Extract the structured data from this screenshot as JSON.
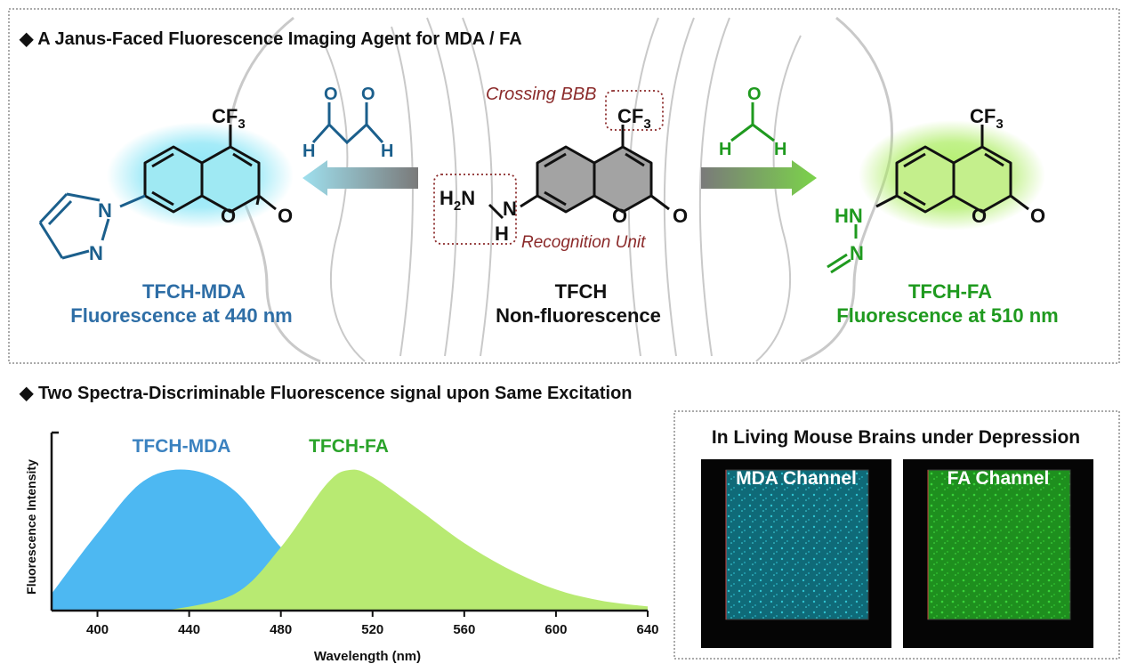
{
  "top_section": {
    "title": "◆ A Janus-Faced Fluorescence Imaging Agent for MDA / FA",
    "center": {
      "name": "TFCH",
      "desc": "Non-fluorescence",
      "note_bbb": "Crossing BBB",
      "note_recog": "Recognition Unit",
      "label_h2n": "H2N",
      "label_h": "H"
    },
    "left": {
      "name": "TFCH-MDA",
      "desc": "Fluorescence at 440 nm",
      "color": "#2e6ea6"
    },
    "right": {
      "name": "TFCH-FA",
      "desc": "Fluorescence at 510 nm",
      "color": "#1f9a1f"
    },
    "atoms": {
      "cf3": "CF3",
      "o": "O",
      "n": "N",
      "hn": "HN",
      "h": "H"
    }
  },
  "bottom_section": {
    "title": "◆ Two Spectra-Discriminable Fluorescence signal  upon Same Excitation",
    "imaging_title": "In Living Mouse Brains under Depression",
    "channels": [
      "MDA Channel",
      "FA Channel"
    ]
  },
  "chart_data": {
    "type": "area",
    "xlabel": "Wavelength (nm)",
    "ylabel": "Fluorescence Intensity",
    "xlim": [
      380,
      640
    ],
    "xticks": [
      400,
      440,
      480,
      520,
      560,
      600,
      640
    ],
    "series": [
      {
        "name": "TFCH-MDA",
        "color": "#4db8f2",
        "peak": 440,
        "x": [
          380,
          400,
          420,
          440,
          460,
          480,
          500,
          520
        ],
        "y": [
          0.12,
          0.55,
          0.92,
          1.0,
          0.85,
          0.45,
          0.12,
          0.0
        ]
      },
      {
        "name": "TFCH-FA",
        "color": "#b8ea72",
        "peak": 510,
        "x": [
          430,
          460,
          480,
          500,
          510,
          520,
          540,
          560,
          580,
          600,
          620,
          640
        ],
        "y": [
          0.0,
          0.12,
          0.45,
          0.9,
          1.0,
          0.95,
          0.72,
          0.48,
          0.29,
          0.15,
          0.07,
          0.03
        ]
      }
    ]
  }
}
